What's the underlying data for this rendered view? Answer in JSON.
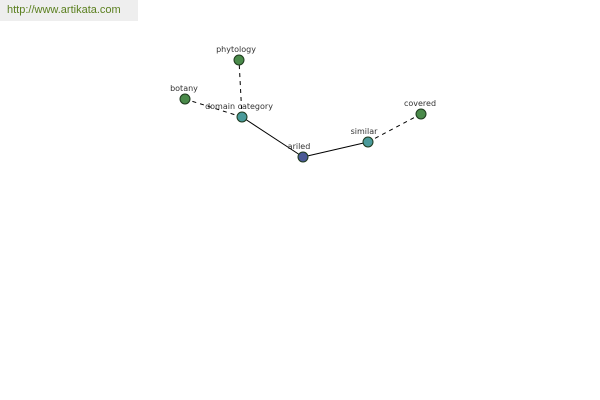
{
  "header": {
    "url": "http://www.artikata.com"
  },
  "graph": {
    "nodes": [
      {
        "id": "ariled",
        "label": "ariled",
        "color": "#4b5a96"
      },
      {
        "id": "domain_category",
        "label": "domain category",
        "color": "#4a9a9a"
      },
      {
        "id": "phytology",
        "label": "phytology",
        "color": "#4a8a4a"
      },
      {
        "id": "botany",
        "label": "botany",
        "color": "#4a8a4a"
      },
      {
        "id": "similar",
        "label": "similar",
        "color": "#4a9a9a"
      },
      {
        "id": "covered",
        "label": "covered",
        "color": "#4a8a4a"
      }
    ],
    "edges": [
      {
        "from": "ariled",
        "to": "domain_category",
        "style": "solid"
      },
      {
        "from": "ariled",
        "to": "similar",
        "style": "solid"
      },
      {
        "from": "domain_category",
        "to": "phytology",
        "style": "dashed"
      },
      {
        "from": "domain_category",
        "to": "botany",
        "style": "dashed"
      },
      {
        "from": "similar",
        "to": "covered",
        "style": "dashed"
      }
    ]
  }
}
